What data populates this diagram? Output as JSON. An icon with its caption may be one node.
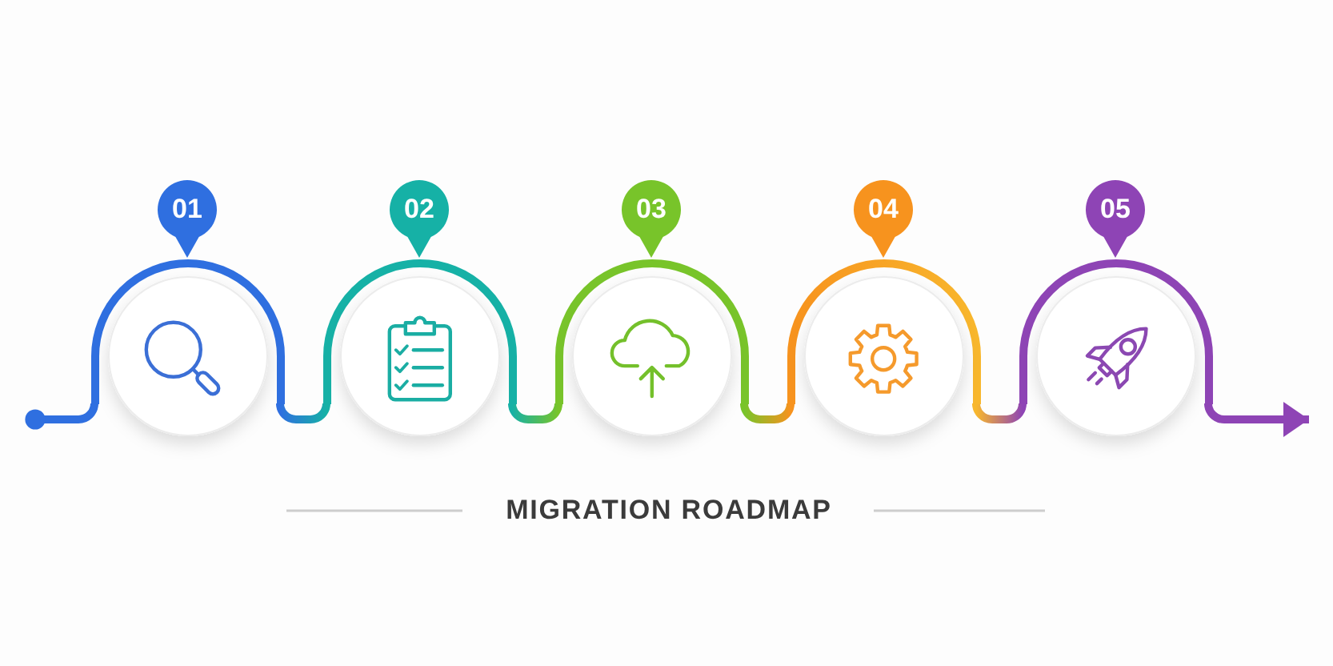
{
  "diagram": {
    "title": "MIGRATION ROADMAP",
    "nodes": [
      {
        "text": [
          "01"
        ]
      },
      {
        "text": [],
        "shape": "circle"
      },
      {
        "text": [
          "02"
        ]
      },
      {
        "text": [],
        "shape": "circle"
      },
      {
        "text": [
          "03"
        ]
      },
      {
        "text": [],
        "shape": "circle"
      },
      {
        "text": [
          "04"
        ]
      },
      {
        "text": [],
        "shape": "circle"
      },
      {
        "text": [
          "05"
        ]
      },
      {
        "text": [],
        "shape": "circle"
      }
    ],
    "edges": [
      {
        "from": null,
        "to": 1,
        "arrow": "other",
        "color": "#2f6fe0"
      },
      {
        "from": 1,
        "to": 3,
        "arrow": "none",
        "color": "#16b1a6"
      },
      {
        "from": 3,
        "to": 5,
        "arrow": "none",
        "color": "#78c42a"
      },
      {
        "from": 5,
        "to": 7,
        "arrow": "none",
        "color": "#f7931e"
      },
      {
        "from": 7,
        "to": 9,
        "arrow": "none",
        "color": "#8e44b5"
      },
      {
        "from": 9,
        "to": null,
        "arrow": "to",
        "color": "#8e44b5"
      }
    ]
  }
}
